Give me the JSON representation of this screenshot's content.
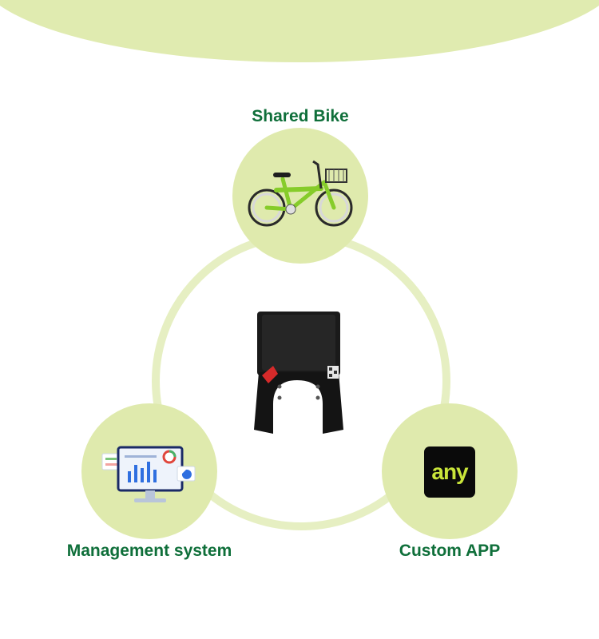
{
  "diagram": {
    "center": {
      "name": "smart-lock",
      "icon": "bike-lock-icon"
    },
    "nodes": [
      {
        "label": "Shared Bike",
        "icon": "bicycle-icon"
      },
      {
        "label": "Management system",
        "icon": "dashboard-monitor-icon"
      },
      {
        "label": "Custom APP",
        "icon": "app-icon",
        "app_text": "any"
      }
    ]
  },
  "colors": {
    "label": "#0f6f3a",
    "circle_fill": "#dfeaad",
    "ring": "#e6efc2",
    "bike_frame": "#86cc2a",
    "app_text": "#c9e53a"
  }
}
